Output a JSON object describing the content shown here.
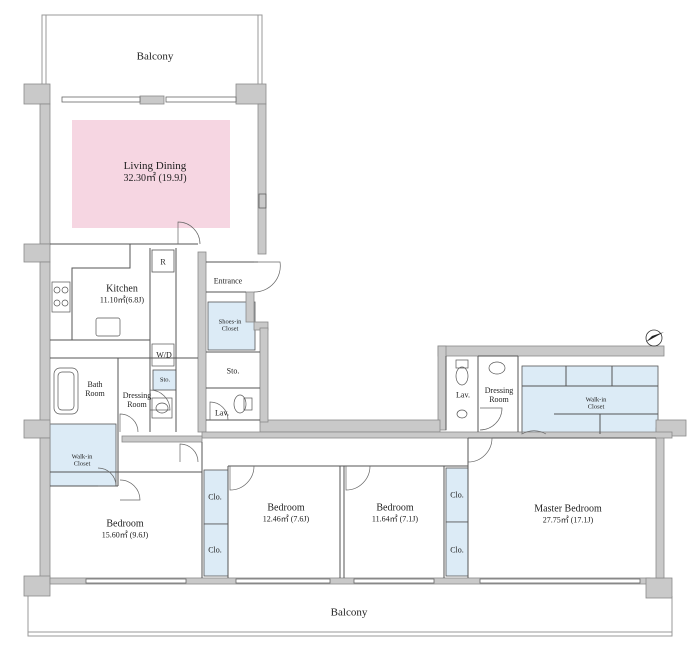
{
  "rooms": {
    "balcony_top": "Balcony",
    "living_dining": {
      "name": "Living Dining",
      "area": "32.30㎡ (19.9J)"
    },
    "kitchen": {
      "name": "Kitchen",
      "area": "11.10㎡(6.8J)"
    },
    "refrigerator": "R",
    "washer_dryer": "W/D",
    "storage_1": "Sto.",
    "bath": {
      "line1": "Bath",
      "line2": "Room"
    },
    "dressing_1": {
      "line1": "Dressing",
      "line2": "Room"
    },
    "entrance": "Entrance",
    "shoes_closet": {
      "line1": "Shoes-in",
      "line2": "Closet"
    },
    "storage_2": "Sto.",
    "lavatory_1": "Lav.",
    "lavatory_2": "Lav.",
    "dressing_2": {
      "line1": "Dressing",
      "line2": "Room"
    },
    "walkin_1": {
      "line1": "Walk-in",
      "line2": "Closet"
    },
    "walkin_2": {
      "line1": "Walk-in",
      "line2": "Closet"
    },
    "bedroom_1": {
      "name": "Bedroom",
      "area": "15.60㎡ (9.6J)"
    },
    "bedroom_2": {
      "name": "Bedroom",
      "area": "12.46㎡ (7.6J)"
    },
    "bedroom_3": {
      "name": "Bedroom",
      "area": "11.64㎡ (7.1J)"
    },
    "master": {
      "name": "Master Bedroom",
      "area": "27.75㎡ (17.1J)"
    },
    "closet_a": "Clo.",
    "closet_b": "Clo.",
    "closet_c": "Clo.",
    "closet_d": "Clo.",
    "balcony_bottom": "Balcony"
  },
  "colors": {
    "wall": "#c9c9c9",
    "wall_stroke": "#8a8a8a",
    "living_highlight": "#f6d6e2",
    "closet_fill": "#dcebf6",
    "line": "#555555"
  },
  "icons": [
    "north-arrow-icon",
    "refrigerator-icon",
    "stove-icon",
    "sink-icon",
    "bathtub-icon",
    "toilet-icon",
    "washbasin-icon",
    "door-swing-icon"
  ]
}
